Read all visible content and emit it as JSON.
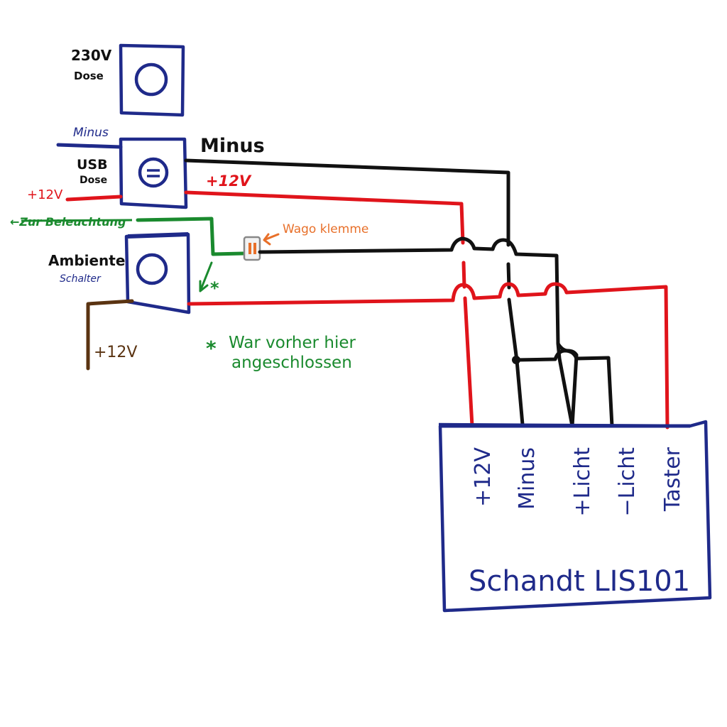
{
  "labels": {
    "socket_230v": "230V",
    "socket_230v_sub": "Dose",
    "minus_left": "Minus",
    "usb": "USB",
    "usb_sub": "Dose",
    "minus_top": "Minus",
    "plus12_top": "+12V",
    "plus12_left": "+12V",
    "zur_beleuchtung": "←Zur Beleuchtung",
    "wago": "Wago klemme",
    "ambiente": "Ambiente",
    "schalter": "Schalter",
    "star": "*",
    "plus12_brown": "+12V",
    "note_line1": "War vorher hier",
    "note_line2": "angeschlossen",
    "note_star": "*"
  },
  "device": {
    "name": "Schandt LIS101",
    "terminals": [
      "+12V",
      "Minus",
      "+Licht",
      "−Licht",
      "Taster"
    ]
  },
  "colors": {
    "navy": "#1f2a8a",
    "black": "#111111",
    "red": "#e0141b",
    "green": "#1a8a2e",
    "orange": "#e8702a",
    "brown": "#5a3311"
  }
}
